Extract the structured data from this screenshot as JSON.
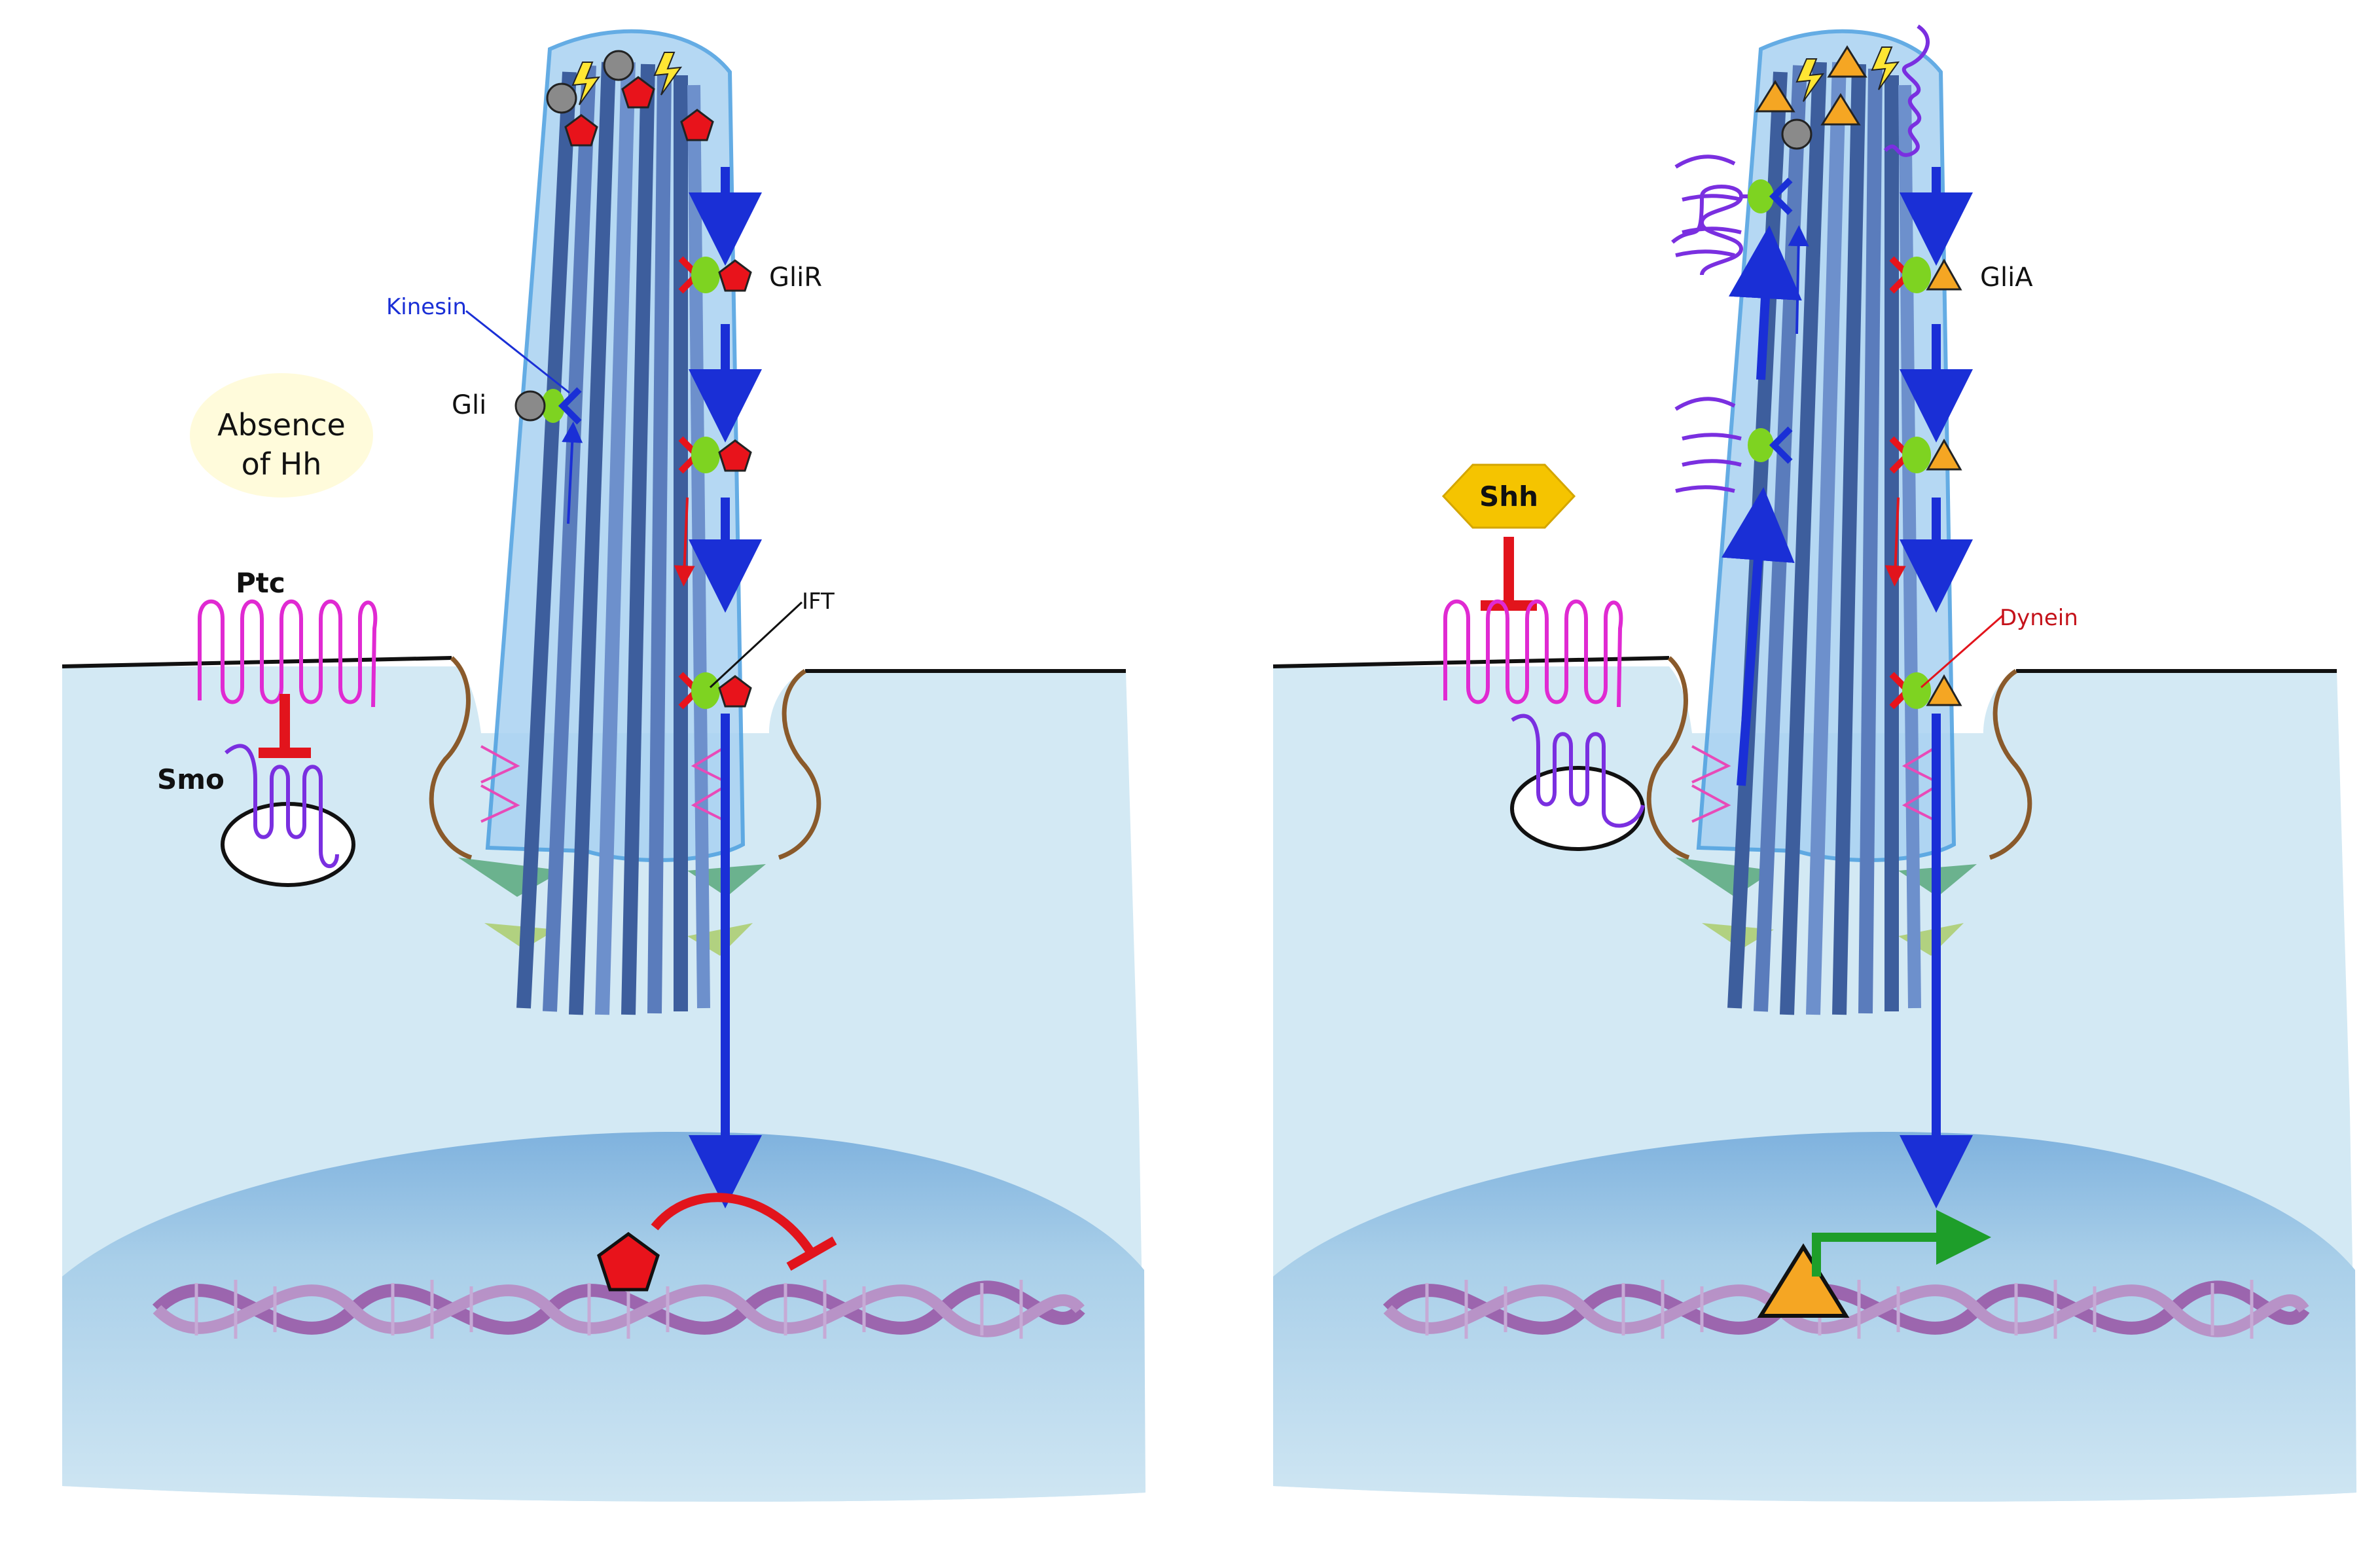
{
  "left_panel": {
    "state_label_line1": "Absence",
    "state_label_line2": "of Hh",
    "receptor_ptc": "Ptc",
    "receptor_smo": "Smo",
    "label_kinesin": "Kinesin",
    "label_gli": "Gli",
    "label_glir": "GliR",
    "label_ift": "IFT"
  },
  "right_panel": {
    "ligand": "Shh",
    "label_glia": "GliA",
    "label_dynein": "Dynein"
  },
  "colors": {
    "cytoplasm": "#d3e9f4",
    "nucleus": "#9fc8e6",
    "cilium_membrane": "#4a9ee0",
    "microtubule": "#4a6fb0",
    "kinesin_blue": "#1a2fd6",
    "dynein_red": "#e2141c",
    "gli_repressor": "#e8131b",
    "gli_activator": "#f5a623",
    "ptc_magenta": "#e02ad2",
    "smo_purple": "#7a2fe0",
    "ift_green": "#7ed321",
    "dna_purple": "#9a5aa8",
    "activation_green": "#1e9e2a"
  },
  "icons": [
    "gli-sphere-icon",
    "lightning-icon",
    "pentagon-glir-icon",
    "triangle-glia-icon",
    "hexagon-shh-icon",
    "inhibition-bar-icon",
    "activation-arrow-icon",
    "dna-helix-icon"
  ]
}
